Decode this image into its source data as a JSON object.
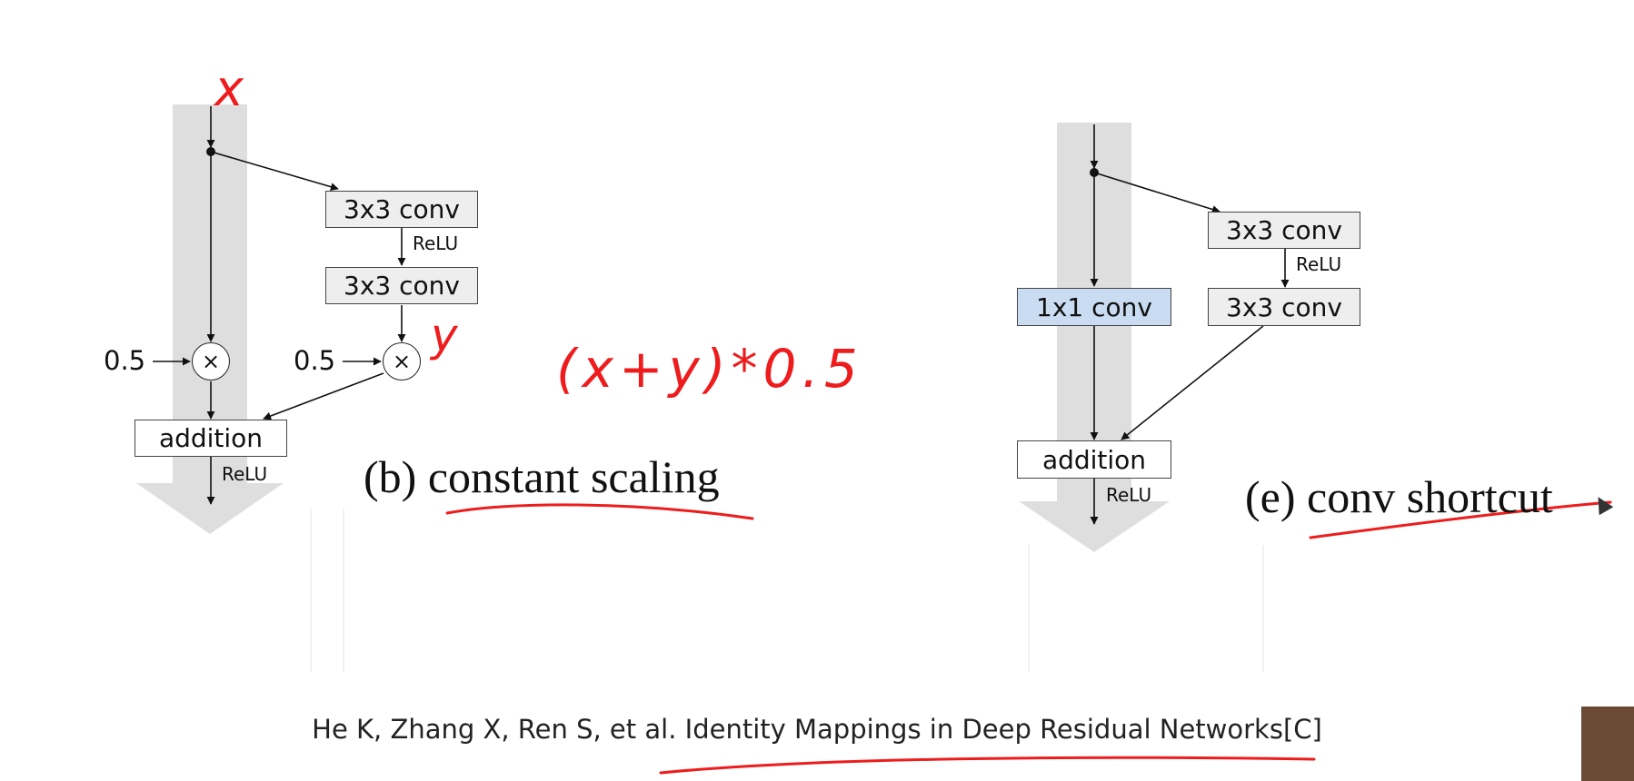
{
  "diagram_b": {
    "conv1_label": "3x3 conv",
    "relu_mid_label": "ReLU",
    "conv2_label": "3x3 conv",
    "scale_left_label": "0.5",
    "scale_right_label": "0.5",
    "mult_left_symbol": "×",
    "mult_right_symbol": "×",
    "addition_label": "addition",
    "relu_out_label": "ReLU",
    "caption_prefix": "(b)",
    "caption_title": "constant scaling"
  },
  "diagram_e": {
    "conv1_label": "3x3 conv",
    "relu_mid_label": "ReLU",
    "conv2_label": "3x3 conv",
    "shortcut_label": "1x1 conv",
    "addition_label": "addition",
    "relu_out_label": "ReLU",
    "caption_prefix": "(e)",
    "caption_title": "conv shortcut"
  },
  "annotations": {
    "x_mark": "x",
    "y_mark": "y",
    "formula": "(x+y)*0.5"
  },
  "citation": {
    "prefix": "He K, Zhang X, Ren S, et al.",
    "title": "Identity Mappings in Deep Residual Networks[C]"
  },
  "colors": {
    "annotation_ink": "#ee1c1c",
    "flow_band": "#dddddd",
    "shortcut_box": "#c9dcf2",
    "conv_box": "#eeeeee"
  }
}
